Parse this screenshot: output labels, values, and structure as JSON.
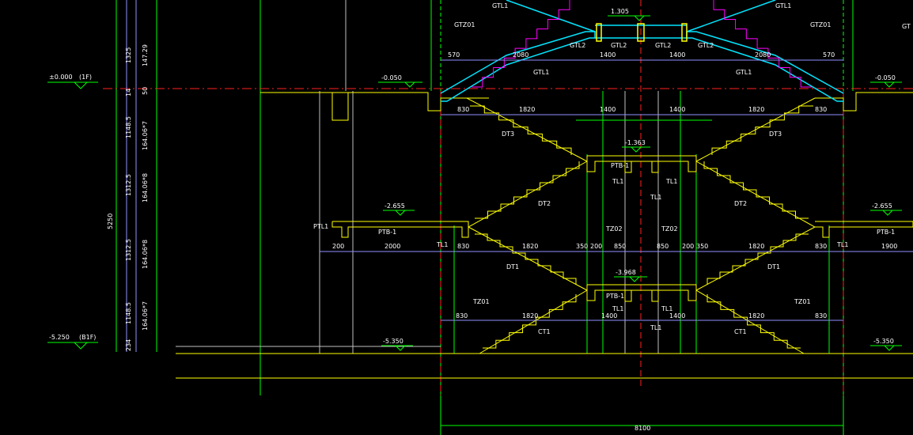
{
  "colors": {
    "background": "#000000",
    "concrete": "#ffff00",
    "steel_stair": "#00e5ff",
    "column": "#00ff00",
    "axis": "#ff2020",
    "dimension": "#9090ff",
    "magenta": "#ff00ff",
    "text": "#ffffff",
    "grey": "#c0c0c0"
  },
  "levels": {
    "first_floor": "±0.000",
    "first_floor_tag": "(1F)",
    "basement": "-5.250",
    "basement_tag": "(B1F)",
    "l_m050_left": "-0.050",
    "l_m050_right": "-0.050",
    "l_m1363": "-1.363",
    "l_m2655_left": "-2.655",
    "l_m2655_right": "-2.655",
    "l_m3968": "-3.968",
    "l_m5350_left": "-5.350",
    "l_m5350_right": "-5.350",
    "l_1305": "1.305"
  },
  "vertical_dims": {
    "d1325": "1325",
    "d14": "14",
    "d1148_top": "1148.5",
    "d1312_top": "1312.5",
    "d1312_bot": "1312.5",
    "d1148_bot": "1148.5",
    "d234": "234",
    "total": "5250",
    "s147": "147.29",
    "s50": "50",
    "s164_1": "164.06*7",
    "s164_2": "164.06*8",
    "s164_3": "164.06*8",
    "s164_4": "164.06*7"
  },
  "top_dims": {
    "d570_left": "570",
    "d2080_left": "2080",
    "d1400_l": "1400",
    "d1400_r": "1400",
    "d2080_right": "2080",
    "d570_right": "570"
  },
  "row2_dims": {
    "d830_l": "830",
    "d1820_l": "1820",
    "d1400_l": "1400",
    "d1400_r": "1400",
    "d1820_r": "1820",
    "d830_r": "830"
  },
  "row3_dims": {
    "d200": "200",
    "d2000": "2000",
    "d830_l": "830",
    "d1820_l": "1820",
    "d350_l": "350",
    "d200_l": "200",
    "d850_l": "850",
    "d850_r": "850",
    "d200_r": "200",
    "d350_r": "350",
    "d1820_r": "1820",
    "d830_r": "830",
    "d1900": "1900"
  },
  "row4_dims": {
    "d830_l": "830",
    "d1820_l": "1820",
    "d1400_l": "1400",
    "d1400_r": "1400",
    "d1820_r": "1820",
    "d830_r": "830"
  },
  "bottom_dim": "8100",
  "tags": {
    "gtz01_l": "GTZ01",
    "gtz01_r": "GTZ01",
    "gtl1_tl": "GTL1",
    "gtl1_tr": "GTL1",
    "gtl1_ml": "GTL1",
    "gtl1_mr": "GTL1",
    "gtl2_a": "GTL2",
    "gtl2_b": "GTL2",
    "gtl2_c": "GTL2",
    "gtl2_d": "GTL2",
    "gt_far": "GT",
    "dt3_l": "DT3",
    "dt3_r": "DT3",
    "dt2_l": "DT2",
    "dt2_r": "DT2",
    "dt1_l": "DT1",
    "dt1_r": "DT1",
    "ct1_l": "CT1",
    "ct1_r": "CT1",
    "ptb1_top": "PTB-1",
    "ptb1_left": "PTB-1",
    "ptb1_right": "PTB-1",
    "ptb1_low": "PTB-1",
    "ptl1": "PTL1",
    "tl1_a": "TL1",
    "tl1_b": "TL1",
    "tl1_c": "TL1",
    "tl1_d": "TL1",
    "tl1_e": "TL1",
    "tl1_f": "TL1",
    "tl1_g": "TL1",
    "tl1_h": "TL1",
    "tz02_l": "TZ02",
    "tz02_r": "TZ02",
    "tz01_l": "TZ01",
    "tz01_r": "TZ01"
  }
}
